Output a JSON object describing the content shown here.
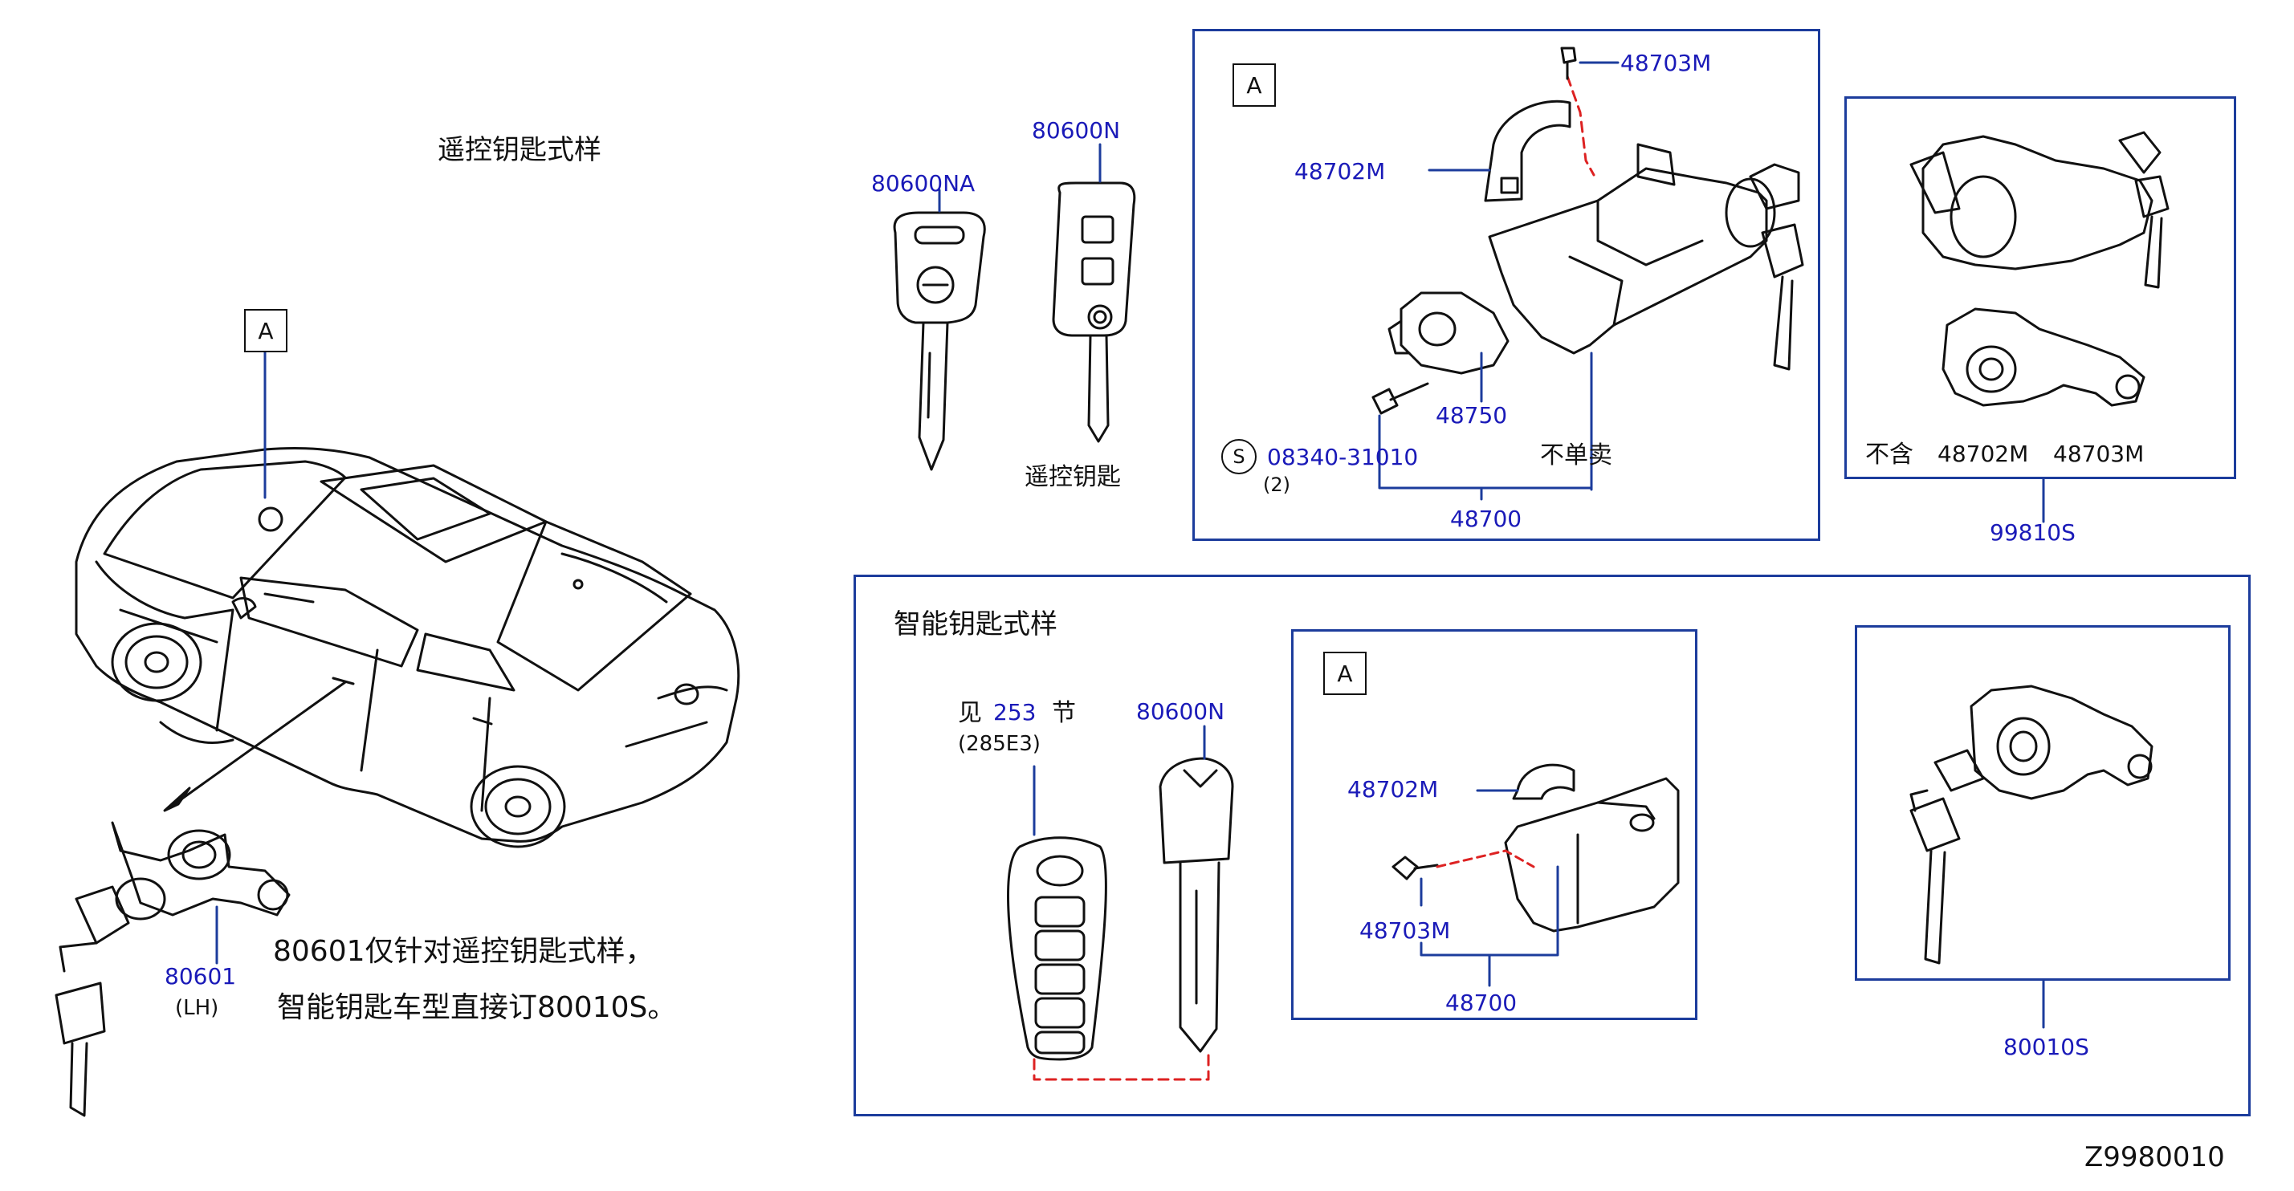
{
  "labels": {
    "remote_key_style": "遥控钥匙式样",
    "smart_key_style": "智能钥匙式样",
    "remote_key": "遥控钥匙",
    "not_sold_separately": "不单卖",
    "not_included": "不含",
    "see_prefix": "见",
    "see_number": "253",
    "see_suffix": "节",
    "see_code": "(285E3)",
    "note_line1": "80601仅针对遥控钥匙式样，",
    "note_line2": "智能钥匙车型直接订80010S。",
    "figure_id": "Z9980010"
  },
  "parts": {
    "p80600NA": "80600NA",
    "p80600N_top": "80600N",
    "p80600N_smart": "80600N",
    "p48703M_a": "48703M",
    "p48702M_a": "48702M",
    "p48750": "48750",
    "p08340": "08340-31010",
    "p08340_qty": "(2)",
    "p48700_a": "48700",
    "ni_48702M": "48702M",
    "ni_48703M": "48703M",
    "p99810S": "99810S",
    "p80601": "80601",
    "p80601_side": "(LH)",
    "p48702M_b": "48702M",
    "p48703M_b": "48703M",
    "p48700_b": "48700",
    "p80010S": "80010S"
  },
  "tags": {
    "tag_car": "A",
    "tag_top_box": "A",
    "tag_bottom_box": "A",
    "screw_symbol": "S"
  },
  "colors": {
    "part_number": "#1a1ab8",
    "frame": "#1c3c9c",
    "connector": "#dd2222",
    "line": "#111111"
  }
}
